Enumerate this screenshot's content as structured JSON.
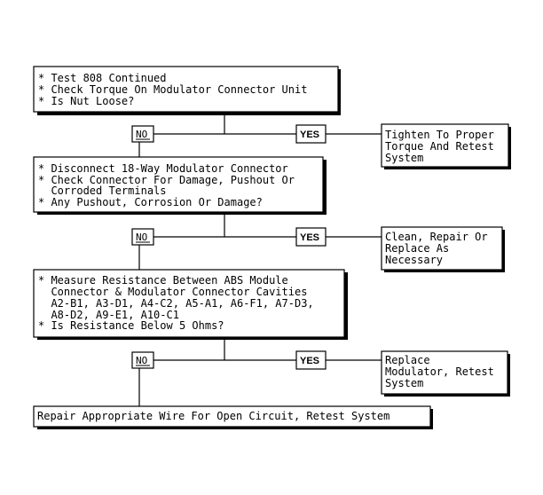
{
  "test1": {
    "lines": [
      "* Test 808 Continued",
      "* Check Torque On Modulator Connector Unit",
      "* Is Nut Loose?"
    ],
    "no_label": "NO",
    "yes_label": "YES",
    "yes_result": [
      "Tighten To Proper",
      "Torque And Retest",
      "System"
    ]
  },
  "test2": {
    "lines": [
      "* Disconnect 18-Way Modulator Connector",
      "* Check Connector For Damage, Pushout Or",
      "  Corroded Terminals",
      "* Any Pushout, Corrosion Or Damage?"
    ],
    "no_label": "NO",
    "yes_label": "YES",
    "yes_result": [
      "Clean, Repair Or",
      "Replace As",
      "Necessary"
    ]
  },
  "test3": {
    "lines": [
      "* Measure Resistance Between ABS Module",
      "  Connector & Modulator Connector Cavities",
      "  A2-B1, A3-D1, A4-C2, A5-A1, A6-F1, A7-D3,",
      "  A8-D2, A9-E1, A10-C1",
      "* Is Resistance Below 5 Ohms?"
    ],
    "no_label": "NO",
    "yes_label": "YES",
    "yes_result": [
      "Replace",
      "Modulator, Retest",
      "System"
    ]
  },
  "final": {
    "text": "Repair Appropriate Wire For Open Circuit, Retest System"
  }
}
